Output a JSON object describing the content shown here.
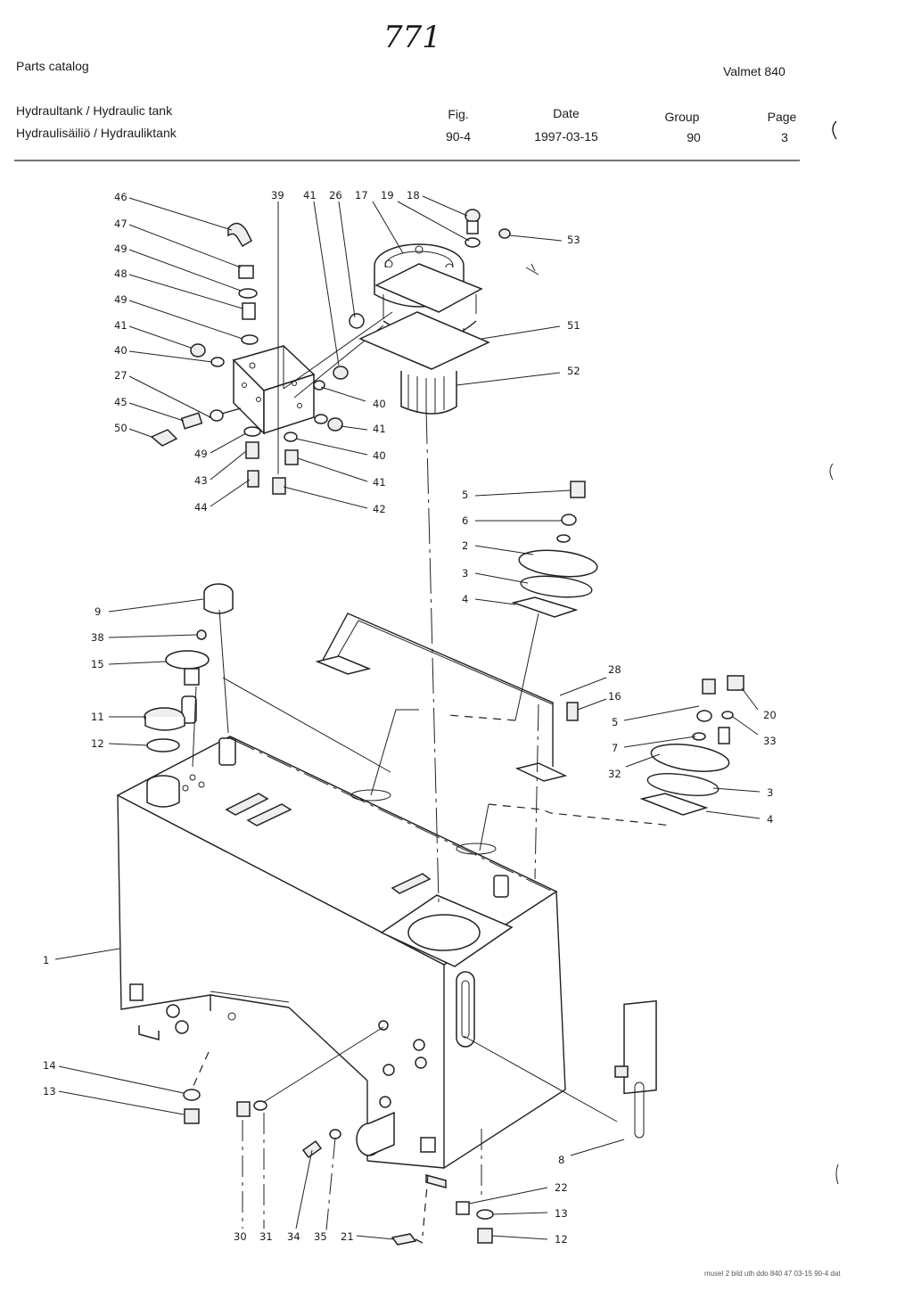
{
  "handwritten_note": "771",
  "header": {
    "catalog_label": "Parts catalog",
    "model": "Valmet 840",
    "title_line1": "Hydraultank / Hydraulic tank",
    "title_line2": "Hydraulisäiliö / Hydrauliktank",
    "fig_label": "Fig.",
    "fig_value": "90-4",
    "date_label": "Date",
    "date_value": "1997-03-15",
    "group_label": "Group",
    "group_value": "90",
    "page_label": "Page",
    "page_value": "3"
  },
  "footer_note": "musel 2 bild uth ddo 840 47 03-15 90-4 dat",
  "diagram": {
    "callouts": [
      {
        "id": "c46",
        "text": "46"
      },
      {
        "id": "c47",
        "text": "47"
      },
      {
        "id": "c49a",
        "text": "49"
      },
      {
        "id": "c48",
        "text": "48"
      },
      {
        "id": "c49b",
        "text": "49"
      },
      {
        "id": "c41a",
        "text": "41"
      },
      {
        "id": "c40a",
        "text": "40"
      },
      {
        "id": "c27",
        "text": "27"
      },
      {
        "id": "c45",
        "text": "45"
      },
      {
        "id": "c50",
        "text": "50"
      },
      {
        "id": "c49c",
        "text": "49"
      },
      {
        "id": "c43",
        "text": "43"
      },
      {
        "id": "c44",
        "text": "44"
      },
      {
        "id": "c39",
        "text": "39"
      },
      {
        "id": "c41b",
        "text": "41"
      },
      {
        "id": "c26",
        "text": "26"
      },
      {
        "id": "c17",
        "text": "17"
      },
      {
        "id": "c19",
        "text": "19"
      },
      {
        "id": "c18",
        "text": "18"
      },
      {
        "id": "c53",
        "text": "53"
      },
      {
        "id": "c51",
        "text": "51"
      },
      {
        "id": "c52",
        "text": "52"
      },
      {
        "id": "c40b",
        "text": "40"
      },
      {
        "id": "c41c",
        "text": "41"
      },
      {
        "id": "c40c",
        "text": "40"
      },
      {
        "id": "c41d",
        "text": "41"
      },
      {
        "id": "c42",
        "text": "42"
      },
      {
        "id": "c5a",
        "text": "5"
      },
      {
        "id": "c6",
        "text": "6"
      },
      {
        "id": "c2",
        "text": "2"
      },
      {
        "id": "c3a",
        "text": "3"
      },
      {
        "id": "c4a",
        "text": "4"
      },
      {
        "id": "c9",
        "text": "9"
      },
      {
        "id": "c38",
        "text": "38"
      },
      {
        "id": "c15",
        "text": "15"
      },
      {
        "id": "c11",
        "text": "11"
      },
      {
        "id": "c12a",
        "text": "12"
      },
      {
        "id": "c28",
        "text": "28"
      },
      {
        "id": "c16",
        "text": "16"
      },
      {
        "id": "c5b",
        "text": "5"
      },
      {
        "id": "c20",
        "text": "20"
      },
      {
        "id": "c33",
        "text": "33"
      },
      {
        "id": "c7",
        "text": "7"
      },
      {
        "id": "c32",
        "text": "32"
      },
      {
        "id": "c3b",
        "text": "3"
      },
      {
        "id": "c4b",
        "text": "4"
      },
      {
        "id": "c1",
        "text": "1"
      },
      {
        "id": "c14",
        "text": "14"
      },
      {
        "id": "c13a",
        "text": "13"
      },
      {
        "id": "c8",
        "text": "8"
      },
      {
        "id": "c22",
        "text": "22"
      },
      {
        "id": "c13b",
        "text": "13"
      },
      {
        "id": "c12b",
        "text": "12"
      },
      {
        "id": "c30",
        "text": "30"
      },
      {
        "id": "c31",
        "text": "31"
      },
      {
        "id": "c34",
        "text": "34"
      },
      {
        "id": "c35",
        "text": "35"
      },
      {
        "id": "c21",
        "text": "21"
      }
    ]
  }
}
